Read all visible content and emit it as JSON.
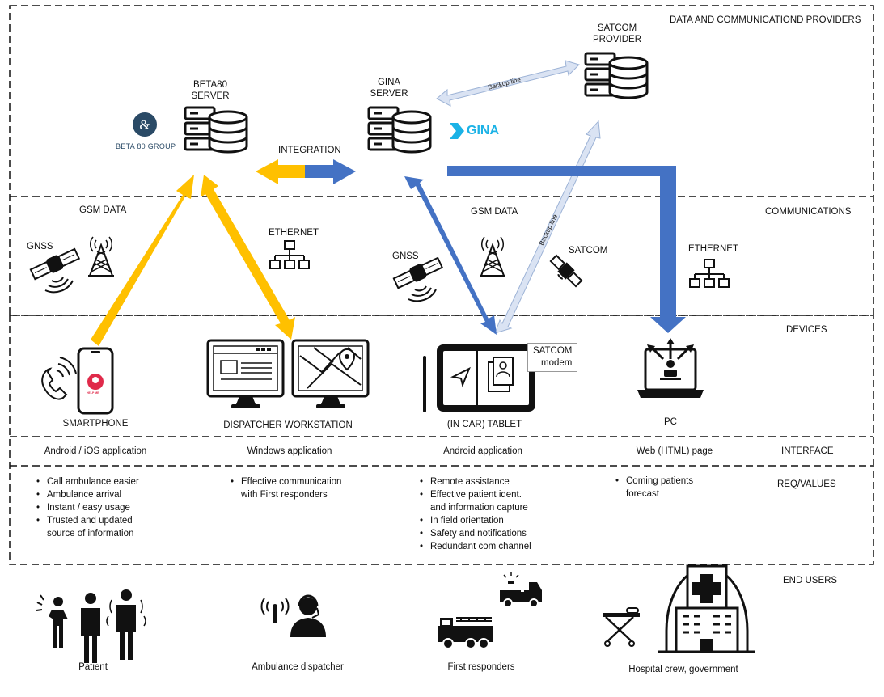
{
  "sections": {
    "providers": "DATA AND COMMUNICATIOND PROVIDERS",
    "communications": "COMMUNICATIONS",
    "devices": "DEVICES",
    "interface": "INTERFACE",
    "req_values": "REQ/VALUES",
    "end_users": "END USERS"
  },
  "servers": {
    "beta80": [
      "BETA80",
      "SERVER"
    ],
    "gina": [
      "GINA",
      "SERVER"
    ],
    "satcom": [
      "SATCOM",
      "PROVIDER"
    ]
  },
  "logos": {
    "beta80": "BETA 80 GROUP",
    "gina": "GINA"
  },
  "links": {
    "integration": "INTEGRATION",
    "backup_line_top": "Backup line",
    "backup_line_diag": "Backup line"
  },
  "comms": {
    "gnss_left": "GNSS",
    "gsm_left": "GSM DATA",
    "ethernet_left": "ETHERNET",
    "gnss_mid": "GNSS",
    "gsm_mid": "GSM DATA",
    "satcom": "SATCOM",
    "ethernet_right": "ETHERNET"
  },
  "devices": {
    "smartphone": "SMARTPHONE",
    "smartphone_app": "HELP ME",
    "workstation": "DISPATCHER WORKSTATION",
    "tablet": "(IN CAR) TABLET",
    "satcom_modem": [
      "SATCOM",
      "modem"
    ],
    "pc": "PC"
  },
  "interfaces": {
    "android_ios": "Android / iOS application",
    "windows": "Windows application",
    "android": "Android application",
    "web": "Web (HTML) page"
  },
  "requirements": {
    "patient": [
      "Call ambulance easier",
      "Ambulance arrival",
      "Instant / easy usage",
      "Trusted and updated\nsource of information"
    ],
    "dispatcher": [
      "Effective communication\nwith First responders"
    ],
    "responders": [
      "Remote assistance",
      "Effective patient ident.\nand information capture",
      "In field orientation",
      "Safety and notifications",
      "Redundant com channel"
    ],
    "hospital": [
      "Coming patients\nforecast"
    ]
  },
  "end_users": {
    "patient": "Patient",
    "dispatcher": "Ambulance dispatcher",
    "responders": "First responders",
    "hospital": "Hospital crew, government"
  },
  "colors": {
    "yellow_arrow": "#ffc000",
    "blue_arrow": "#4472c4",
    "backup_arrow": "#dae3f3",
    "backup_stroke": "#9db3d6",
    "gina_brand": "#1bb2e6",
    "beta_brand": "#2a4a66"
  }
}
